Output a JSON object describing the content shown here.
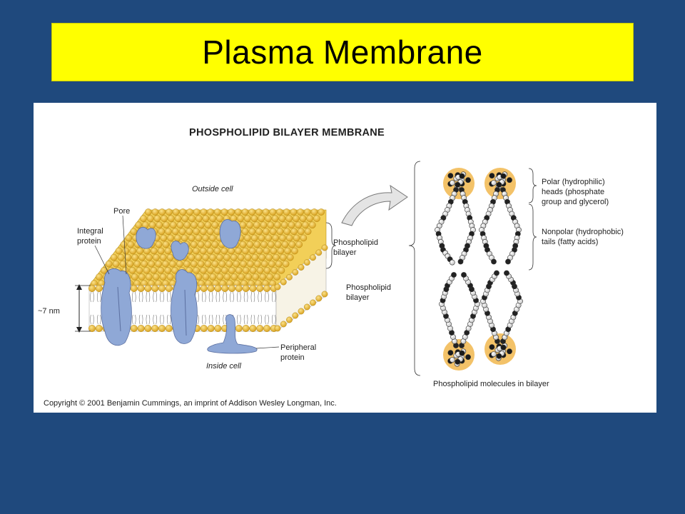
{
  "slide": {
    "title": "Plasma Membrane"
  },
  "figure": {
    "heading": "PHOSPHOLIPID BILAYER MEMBRANE",
    "labels": {
      "outside_cell": "Outside cell",
      "inside_cell": "Inside cell",
      "pore": "Pore",
      "integral_protein": [
        "Integral",
        "protein"
      ],
      "thickness": "~7 nm",
      "bilayer_left": [
        "Phospholipid",
        "bilayer"
      ],
      "bilayer_right": [
        "Phospholipid",
        "bilayer"
      ],
      "peripheral_protein": [
        "Peripheral",
        "protein"
      ],
      "polar_heads": [
        "Polar (hydrophilic)",
        "heads (phosphate",
        "group and glycerol)"
      ],
      "nonpolar_tails": [
        "Nonpolar (hydrophobic)",
        "tails (fatty acids)"
      ],
      "molecules_caption": "Phospholipid molecules in bilayer"
    },
    "copyright": "Copyright © 2001 Benjamin Cummings, an imprint of Addison Wesley Longman, Inc."
  },
  "colors": {
    "background": "#1f497d",
    "title_bar": "#ffff00",
    "head_gold": "#e8b830",
    "protein_blue": "#8fa8d6",
    "halo_orange": "#f3c268"
  }
}
